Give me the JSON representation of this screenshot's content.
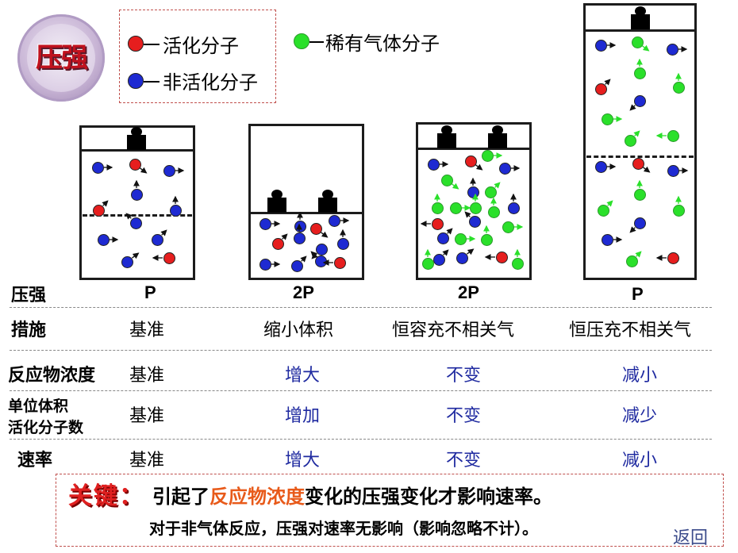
{
  "badge": {
    "text": "压强"
  },
  "legend": {
    "active": "活化分子",
    "inactive": "非活化分子",
    "inert": "稀有气体分子",
    "colors": {
      "active": "#e61e1e",
      "inactive": "#1e2ad2",
      "inert": "#2ae02a"
    }
  },
  "table": {
    "rows": [
      {
        "label": "压强",
        "values": [
          "P",
          "2P",
          "2P",
          "P"
        ]
      },
      {
        "label": "措施",
        "values": [
          "基准",
          "缩小体积",
          "恒容充不相关气",
          "恒压充不相关气"
        ]
      },
      {
        "label": "反应物浓度",
        "values": [
          "基准",
          "增大",
          "不变",
          "减小"
        ]
      },
      {
        "label": "单位体积",
        "label2": "活化分子数",
        "values": [
          "基准",
          "增加",
          "不变",
          "减少"
        ]
      },
      {
        "label": "速率",
        "values": [
          "基准",
          "增大",
          "不变",
          "减小"
        ]
      }
    ]
  },
  "key": {
    "label": "关键：",
    "main_prefix": "引起了",
    "main_highlight": "反应物浓度",
    "main_suffix": "变化的压强变化才影响速率。",
    "sub": "对于非气体反应，压强对速率无影响（影响忽略不计）。",
    "back": "返回"
  }
}
